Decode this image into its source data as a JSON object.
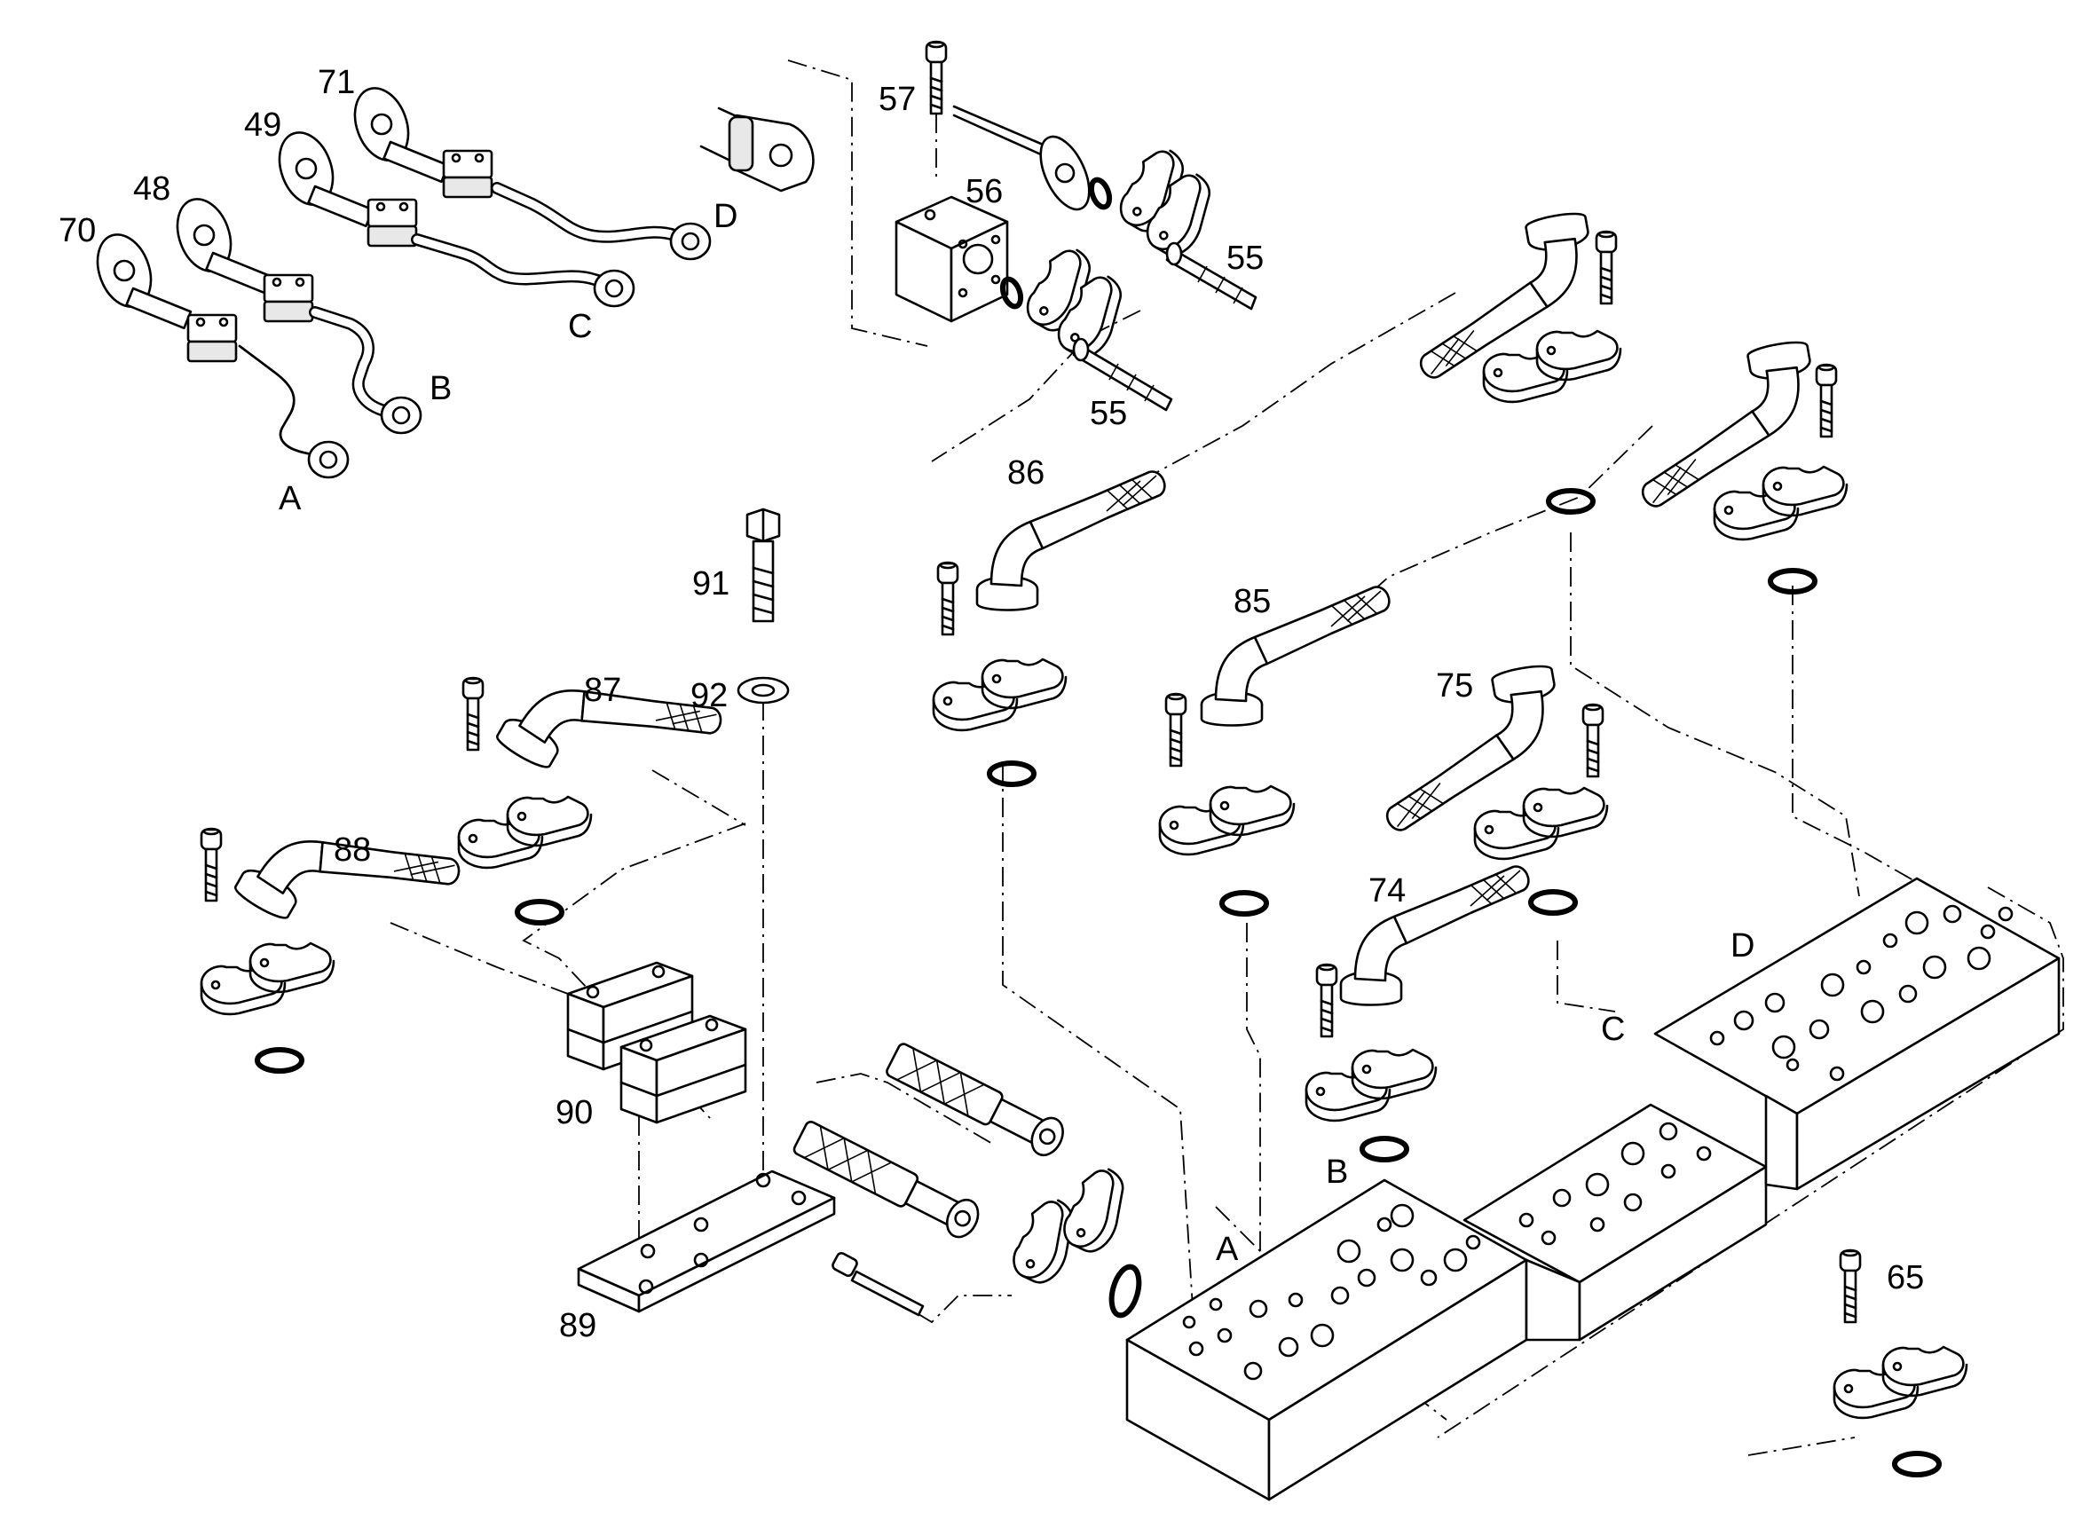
{
  "callouts": {
    "n70": "70",
    "n48": "48",
    "n49": "49",
    "n71": "71",
    "n57": "57",
    "n56": "56",
    "n55a": "55",
    "n55b": "55",
    "n86": "86",
    "n85": "85",
    "n75": "75",
    "n74": "74",
    "n91": "91",
    "n92": "92",
    "n87": "87",
    "n88": "88",
    "n90": "90",
    "n89": "89",
    "n65": "65"
  },
  "ports": {
    "tube_a": "A",
    "tube_b": "B",
    "tube_c": "C",
    "tube_d": "D",
    "block_a": "A",
    "block_b": "B",
    "block_c": "C",
    "block_d": "D"
  }
}
